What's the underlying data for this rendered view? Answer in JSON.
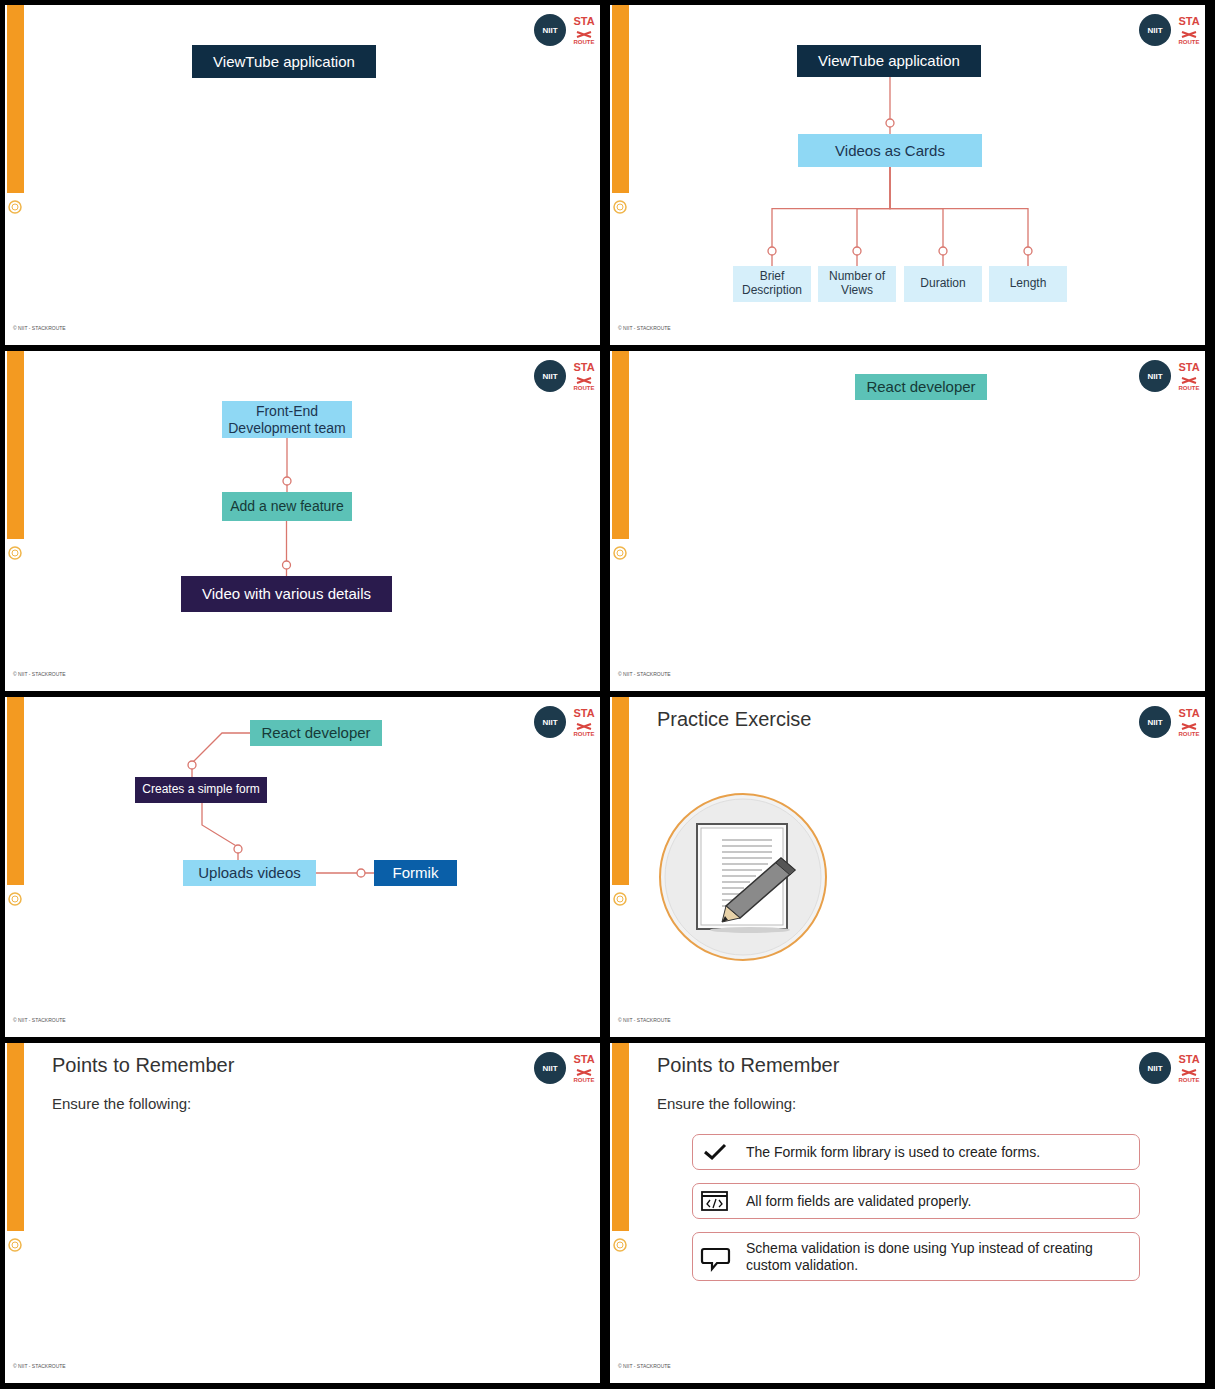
{
  "diagram": {
    "nodes": [
      {
        "text": [
          "ViewTube application"
        ]
      },
      {
        "text": [
          "ViewTube application"
        ]
      },
      {
        "text": [
          "Videos as Cards"
        ]
      },
      {
        "text": [
          "Brief Description"
        ]
      },
      {
        "text": [
          "Number of Views"
        ]
      },
      {
        "text": [
          "Duration"
        ]
      },
      {
        "text": [
          "Length"
        ]
      },
      {
        "text": [
          "Front-End Development team"
        ]
      },
      {
        "text": [
          "Add a new feature"
        ]
      },
      {
        "text": [
          "Video with various details"
        ]
      },
      {
        "text": [
          "React developer"
        ]
      },
      {
        "text": [
          "React developer"
        ]
      },
      {
        "text": [
          "Creates a simple form"
        ]
      },
      {
        "text": [
          "Uploads videos"
        ]
      },
      {
        "text": [
          "Formik"
        ]
      },
      {
        "text": [
          "The Formik form library is used to create forms."
        ]
      },
      {
        "text": [
          "All form fields are validated properly."
        ]
      },
      {
        "text": [
          "Schema validation is done using Yup instead of creating custom validation."
        ]
      }
    ],
    "edges": [
      {
        "from": 1,
        "to": 2,
        "arrow": "none"
      },
      {
        "from": 2,
        "to": 3,
        "arrow": "none"
      },
      {
        "from": 2,
        "to": 4,
        "arrow": "none"
      },
      {
        "from": 2,
        "to": 5,
        "arrow": "none"
      },
      {
        "from": 2,
        "to": 6,
        "arrow": "none"
      },
      {
        "from": 7,
        "to": 8,
        "arrow": "none"
      },
      {
        "from": 8,
        "to": 9,
        "arrow": "none"
      },
      {
        "from": 11,
        "to": 12,
        "arrow": "none"
      },
      {
        "from": 12,
        "to": 13,
        "arrow": "none"
      },
      {
        "from": 13,
        "to": 14,
        "arrow": "none"
      }
    ],
    "labels": [
      "NIIT",
      "STA",
      "ROUTE",
      "© NIIT - STACKROUTE",
      "NIIT",
      "STA",
      "ROUTE",
      "© NIIT - STACKROUTE",
      "NIIT",
      "STA",
      "ROUTE",
      "© NIIT - STACKROUTE",
      "NIIT",
      "STA",
      "ROUTE",
      "© NIIT - STACKROUTE",
      "NIIT",
      "STA",
      "ROUTE",
      "© NIIT - STACKROUTE",
      "NIIT",
      "STA",
      "ROUTE",
      "© NIIT - STACKROUTE",
      "NIIT",
      "STA",
      "ROUTE",
      "© NIIT - STACKROUTE",
      "NIIT",
      "STA",
      "ROUTE",
      "© NIIT - STACKROUTE",
      "Practice Exercise",
      "Points to Remember",
      "Ensure the following:",
      "Points to Remember",
      "Ensure the following:"
    ]
  }
}
